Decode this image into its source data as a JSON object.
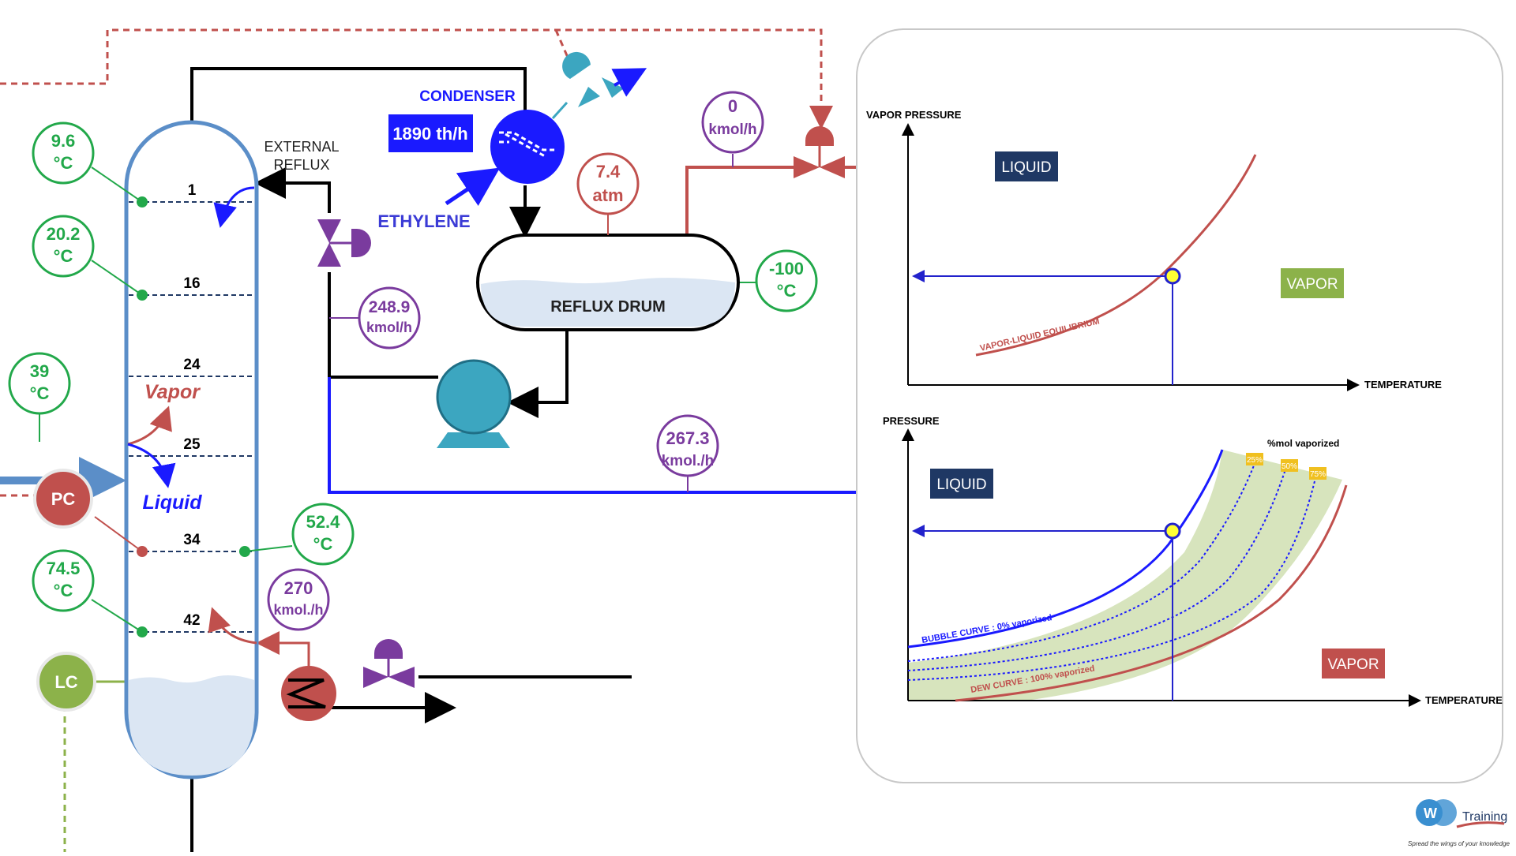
{
  "column": {
    "trays": [
      "1",
      "16",
      "24",
      "25",
      "34",
      "42"
    ],
    "vapor_label": "Vapor",
    "liquid_label": "Liquid"
  },
  "temperatures": {
    "t1": {
      "value": "9.6",
      "unit": "°C"
    },
    "t2": {
      "value": "20.2",
      "unit": "°C"
    },
    "t3": {
      "value": "39",
      "unit": "°C"
    },
    "t4": {
      "value": "52.4",
      "unit": "°C"
    },
    "t5": {
      "value": "74.5",
      "unit": "°C"
    },
    "drum": {
      "value": "-100",
      "unit": "°C"
    }
  },
  "flows": {
    "reflux": {
      "value": "248.9",
      "unit": "kmol/h"
    },
    "distillate": {
      "value": "267.3",
      "unit": "kmol./h"
    },
    "reboil": {
      "value": "270",
      "unit": "kmol./h"
    },
    "vent": {
      "value": "0",
      "unit": "kmol/h"
    }
  },
  "pressure": {
    "value": "7.4",
    "unit": "atm"
  },
  "controllers": {
    "pc": "PC",
    "lc": "LC"
  },
  "labels": {
    "external_reflux_1": "EXTERNAL",
    "external_reflux_2": "REFLUX",
    "condenser": "CONDENSER",
    "condenser_duty": "1890 th/h",
    "ethylene": "ETHYLENE",
    "reflux_drum": "REFLUX DRUM"
  },
  "chart_top": {
    "ylabel": "VAPOR PRESSURE",
    "xlabel": "TEMPERATURE",
    "liquid": "LIQUID",
    "vapor": "VAPOR",
    "curve_label": "VAPOR-LIQUID EQUILIBRIUM"
  },
  "chart_bottom": {
    "ylabel": "PRESSURE",
    "xlabel": "TEMPERATURE",
    "liquid": "LIQUID",
    "vapor": "VAPOR",
    "legend_title": "%mol vaporized",
    "tags": [
      "25%",
      "50%",
      "75%"
    ],
    "bubble_label": "BUBBLE CURVE : 0% vaporized",
    "dew_label": "DEW CURVE : 100% vaporized"
  },
  "logo": {
    "name": "Training",
    "tagline": "Spread the wings of your knowledge"
  },
  "colors": {
    "green": "#22a84a",
    "purple": "#7a3b9e",
    "red": "#c0504d",
    "blue": "#1a1aff",
    "teal": "#3ca6c0",
    "column": "#5b8ec8"
  }
}
